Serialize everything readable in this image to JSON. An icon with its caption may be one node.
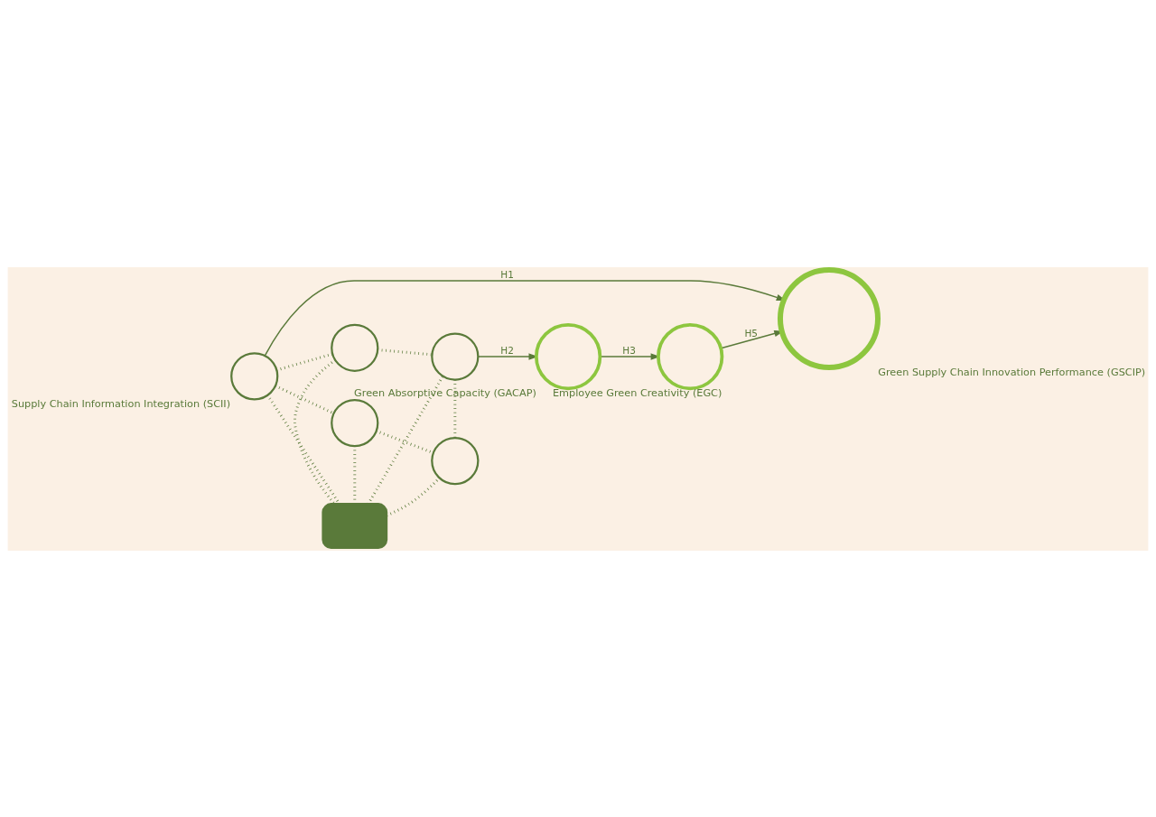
{
  "diagram": {
    "nodes": [
      {
        "text": [],
        "shape": "circle",
        "beside": [
          "Supply Chain Information Integration (SCII)"
        ]
      },
      {
        "text": [],
        "shape": "circle"
      },
      {
        "text": [],
        "shape": "box"
      },
      {
        "text": [],
        "shape": "circle"
      },
      {
        "text": [],
        "shape": "circle"
      },
      {
        "text": [],
        "shape": "circle"
      },
      {
        "text": [],
        "shape": "circle",
        "beside": [
          "Green Supply Chain Innovation Performance (GSCIP)"
        ]
      },
      {
        "text": [],
        "shape": "circle",
        "beside": [
          "Green Absorptive Capacity (GACAP)"
        ]
      },
      {
        "text": [],
        "shape": "circle",
        "beside": [
          "Employee Green Creativity (EGC)"
        ]
      }
    ],
    "edges": [
      {
        "from": 0,
        "to": 1,
        "arrow": "none",
        "style": "dashed"
      },
      {
        "from": 0,
        "to": 3,
        "arrow": "none",
        "style": "dashed"
      },
      {
        "from": 0,
        "to": 2,
        "arrow": "none",
        "style": "dashed"
      },
      {
        "from": 1,
        "to": 2,
        "arrow": "none",
        "style": "dashed"
      },
      {
        "from": 3,
        "to": 2,
        "arrow": "none",
        "style": "dashed"
      },
      {
        "from": 1,
        "to": 4,
        "arrow": "none",
        "style": "dashed"
      },
      {
        "from": 3,
        "to": 5,
        "arrow": "none",
        "style": "dashed"
      },
      {
        "from": 2,
        "to": 4,
        "arrow": "none",
        "style": "dashed"
      },
      {
        "from": 2,
        "to": 5,
        "arrow": "none",
        "style": "dashed"
      },
      {
        "from": 4,
        "to": 5,
        "arrow": "none",
        "style": "dashed"
      },
      {
        "from": 0,
        "to": 6,
        "arrow": "to",
        "label": "H1"
      },
      {
        "from": 4,
        "to": 7,
        "arrow": "to",
        "label": "H2"
      },
      {
        "from": 7,
        "to": 8,
        "arrow": "to",
        "label": "H3"
      },
      {
        "from": 8,
        "to": 6,
        "arrow": "to",
        "label": "H5"
      }
    ]
  }
}
